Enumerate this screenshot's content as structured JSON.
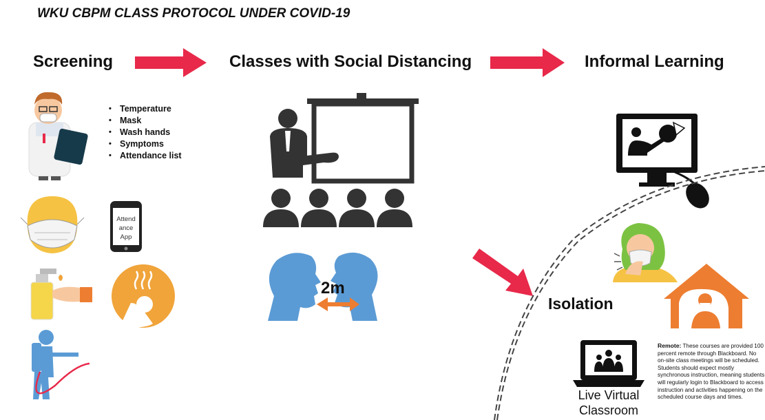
{
  "title": "WKU CBPM CLASS PROTOCOL UNDER COVID-19",
  "stages": {
    "screening": "Screening",
    "classes": "Classes with Social Distancing",
    "informal": "Informal Learning"
  },
  "screening_items": [
    "Temperature",
    "Mask",
    "Wash hands",
    "Symptoms",
    "Attendance list"
  ],
  "app_label": [
    "Attend",
    "ance",
    "App"
  ],
  "distance_label": "2m",
  "isolation_label": "Isolation",
  "virtual_classroom": [
    "Live Virtual",
    "Classroom"
  ],
  "remote": {
    "heading": "Remote:",
    "text": "These courses are provided 100 percent remote through Blackboard. No on-site class meetings will be scheduled. Students should expect mostly synchronous instruction, meaning students will regularly login to Blackboard to access instruction and activities happening on the scheduled course days and times."
  },
  "colors": {
    "arrow": "#e8294a",
    "blue": "#5b9bd5",
    "orange": "#f0a43a",
    "house": "#ed7d31",
    "hair": "#7cc242"
  }
}
